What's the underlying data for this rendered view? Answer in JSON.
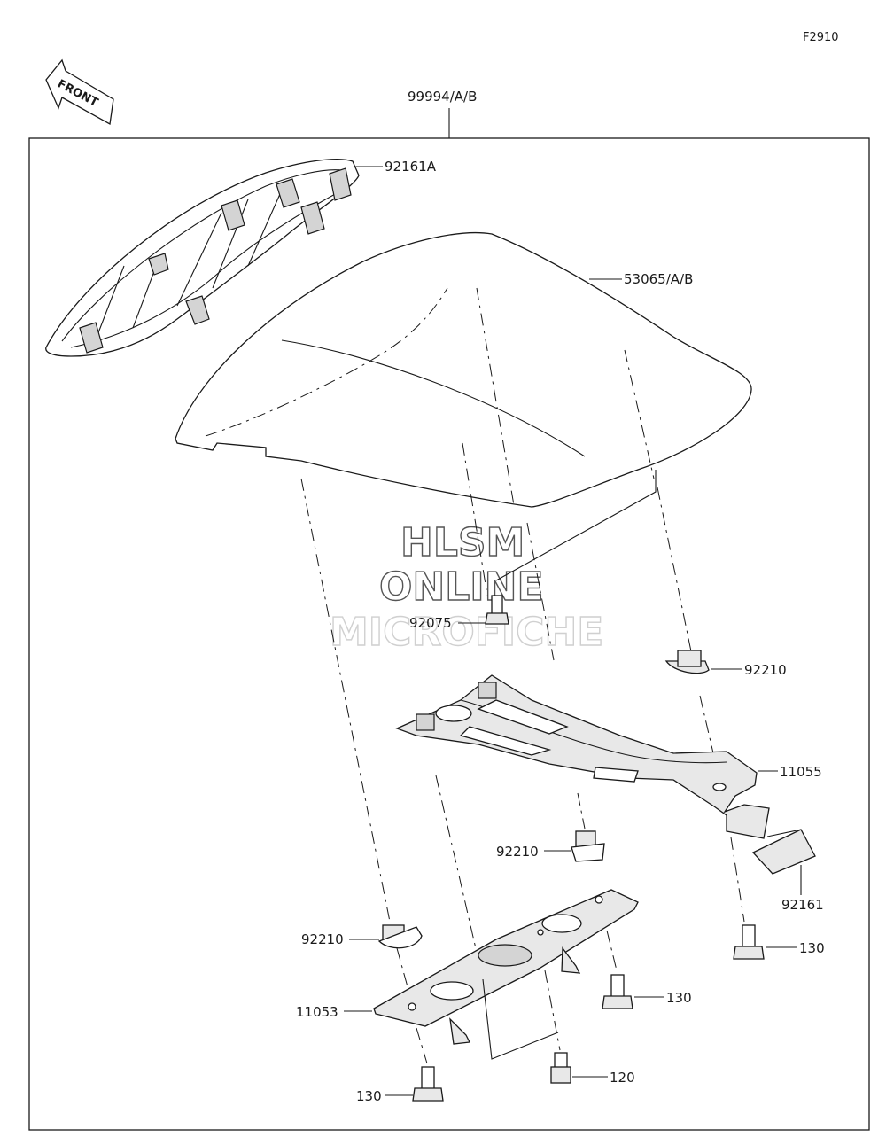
{
  "figure_code": "F2910",
  "front_label": "FRONT",
  "assembly_label": "99994/A/B",
  "watermark": {
    "line1": "HLSM",
    "line2": "ONLINE",
    "line3": "MICROFICHE"
  },
  "parts": {
    "p92161A": "92161A",
    "p53065": "53065/A/B",
    "p92075": "92075",
    "p92210_a": "92210",
    "p11055": "11055",
    "p92210_b": "92210",
    "p92161": "92161",
    "p92210_c": "92210",
    "p130_a": "130",
    "p11053": "11053",
    "p130_b": "130",
    "p120": "120",
    "p130_c": "130"
  }
}
